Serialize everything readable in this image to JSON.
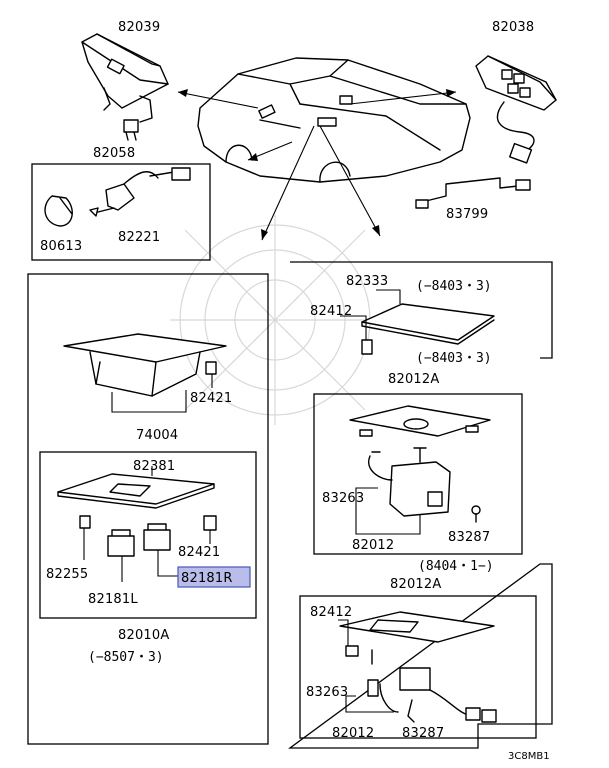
{
  "diagram": {
    "labels": {
      "p82039": "82039",
      "p82038": "82038",
      "p82058": "82058",
      "p80613": "80613",
      "p82221": "82221",
      "p83799": "83799",
      "p74004": "74004",
      "p82421a": "82421",
      "p82381": "82381",
      "p82255": "82255",
      "p82421b": "82421",
      "p82181L": "82181L",
      "p82181R": "82181R",
      "p82010A": "82010A",
      "date_left": "(−8507・3)",
      "p82333": "82333",
      "date_top_r1": "(−8403・3)",
      "p82412a": "82412",
      "date_top_r2": "(−8403・3)",
      "p82012A_1": "82012A",
      "p83263a": "83263",
      "p82012a": "82012",
      "p83287a": "83287",
      "date_mid_r": "(8404・1−)",
      "p82012A_2": "82012A",
      "p82412b": "82412",
      "p83263b": "83263",
      "p82012b": "82012",
      "p83287b": "83287",
      "figure_code": "3C8MB1"
    },
    "highlight_color": "#b8bde9"
  }
}
